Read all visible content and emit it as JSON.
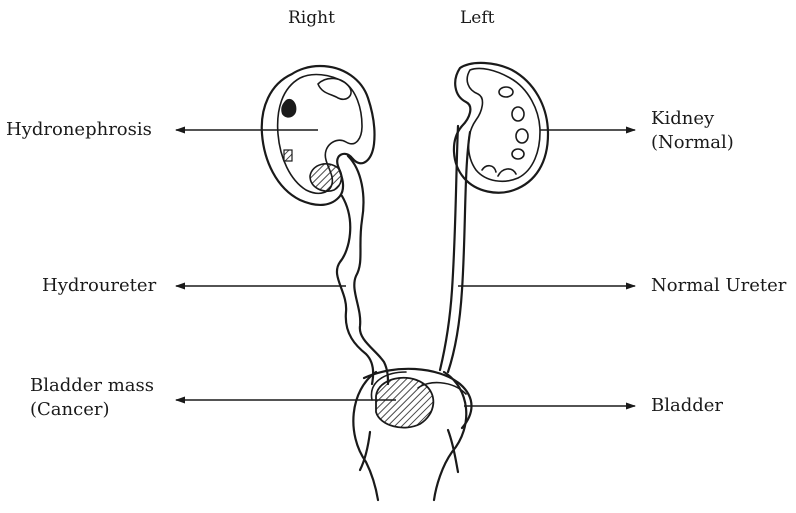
{
  "header": {
    "right": "Right",
    "left": "Left"
  },
  "labels": {
    "hydronephrosis": "Hydronephrosis",
    "kidney_line1": "Kidney",
    "kidney_line2": "(Normal)",
    "hydroureter": "Hydroureter",
    "normal_ureter": "Normal Ureter",
    "bladder_mass_line1": "Bladder mass",
    "bladder_mass_line2": "(Cancer)",
    "bladder": "Bladder"
  }
}
